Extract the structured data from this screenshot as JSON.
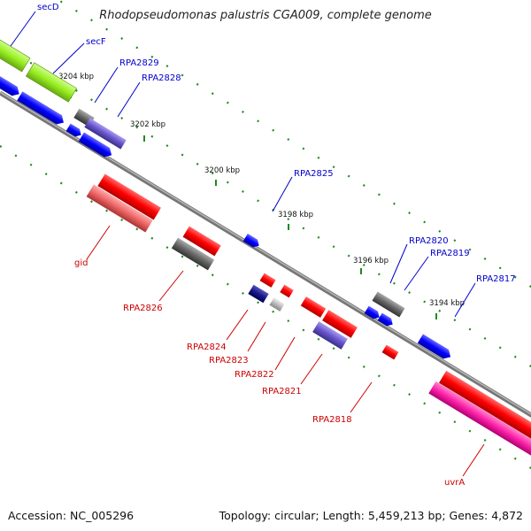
{
  "title": "Rhodopseudomonas palustris CGA009, complete genome",
  "accession": "Accession: NC_005296",
  "topology": "Topology: circular; Length: 5,459,213 bp; Genes: 4,872",
  "ticks": [
    "3204 kbp",
    "3202 kbp",
    "3200 kbp",
    "3198 kbp",
    "3196 kbp",
    "3194 kbp"
  ],
  "labels_top": [
    "secD",
    "secF",
    "RPA2829",
    "RPA2828",
    "RPA2825",
    "RPA2820",
    "RPA2819",
    "RPA2817"
  ],
  "labels_bottom": [
    "gid",
    "RPA2826",
    "RPA2824",
    "RPA2823",
    "RPA2822",
    "RPA2821",
    "RPA2818",
    "uvrA"
  ],
  "colors": {
    "top_label": "#0000cc",
    "bottom_label": "#cc0000",
    "backbone": "#888888",
    "dots": "#1e8a1e",
    "feature_red": "#ff0000",
    "feature_blue": "#0000ff",
    "feature_green": "#99ee22",
    "feature_pink": "#ff22aa",
    "feature_grey": "#666666",
    "feature_navy": "#1a1a88",
    "feature_purple": "#6655cc",
    "feature_salmon": "#ee6666",
    "feature_lightgrey": "#bbbbbb"
  }
}
